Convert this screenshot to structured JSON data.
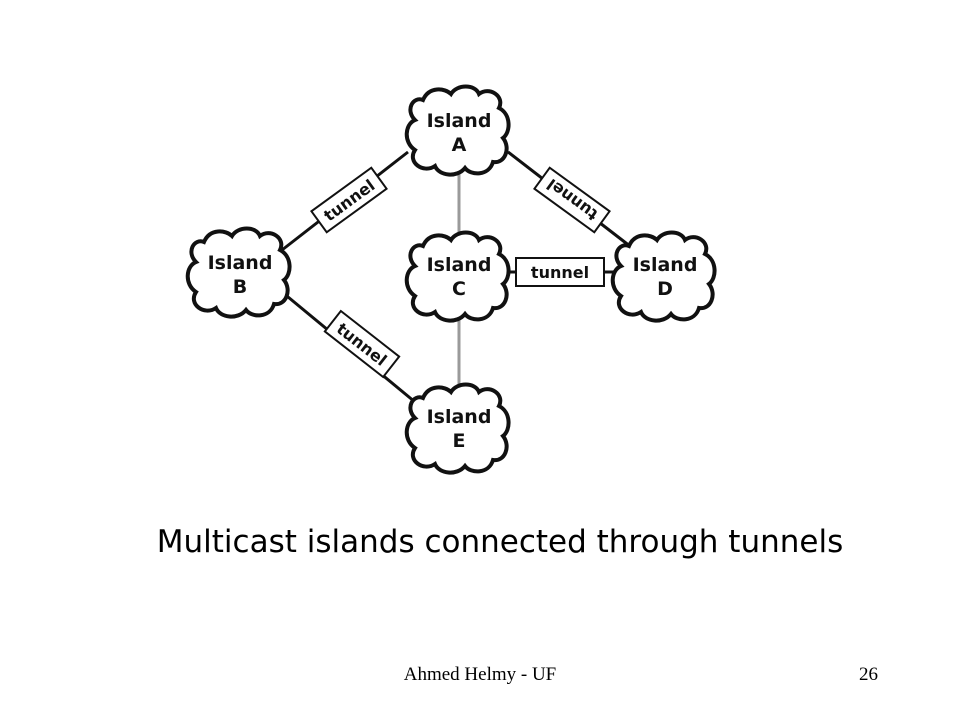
{
  "diagram": {
    "islands": [
      {
        "id": "A",
        "line1": "Island",
        "line2": "A"
      },
      {
        "id": "B",
        "line1": "Island",
        "line2": "B"
      },
      {
        "id": "C",
        "line1": "Island",
        "line2": "C"
      },
      {
        "id": "D",
        "line1": "Island",
        "line2": "D"
      },
      {
        "id": "E",
        "line1": "Island",
        "line2": "E"
      }
    ],
    "tunnel_label": "tunnel",
    "tunnels": [
      {
        "from": "A",
        "to": "B"
      },
      {
        "from": "A",
        "to": "D"
      },
      {
        "from": "C",
        "to": "D"
      },
      {
        "from": "B",
        "to": "E"
      }
    ],
    "native_links": [
      {
        "from": "A",
        "to": "C"
      },
      {
        "from": "C",
        "to": "E"
      }
    ]
  },
  "caption": "Multicast islands connected through tunnels",
  "footer": {
    "author": "Ahmed Helmy - UF",
    "page_number": "26"
  }
}
